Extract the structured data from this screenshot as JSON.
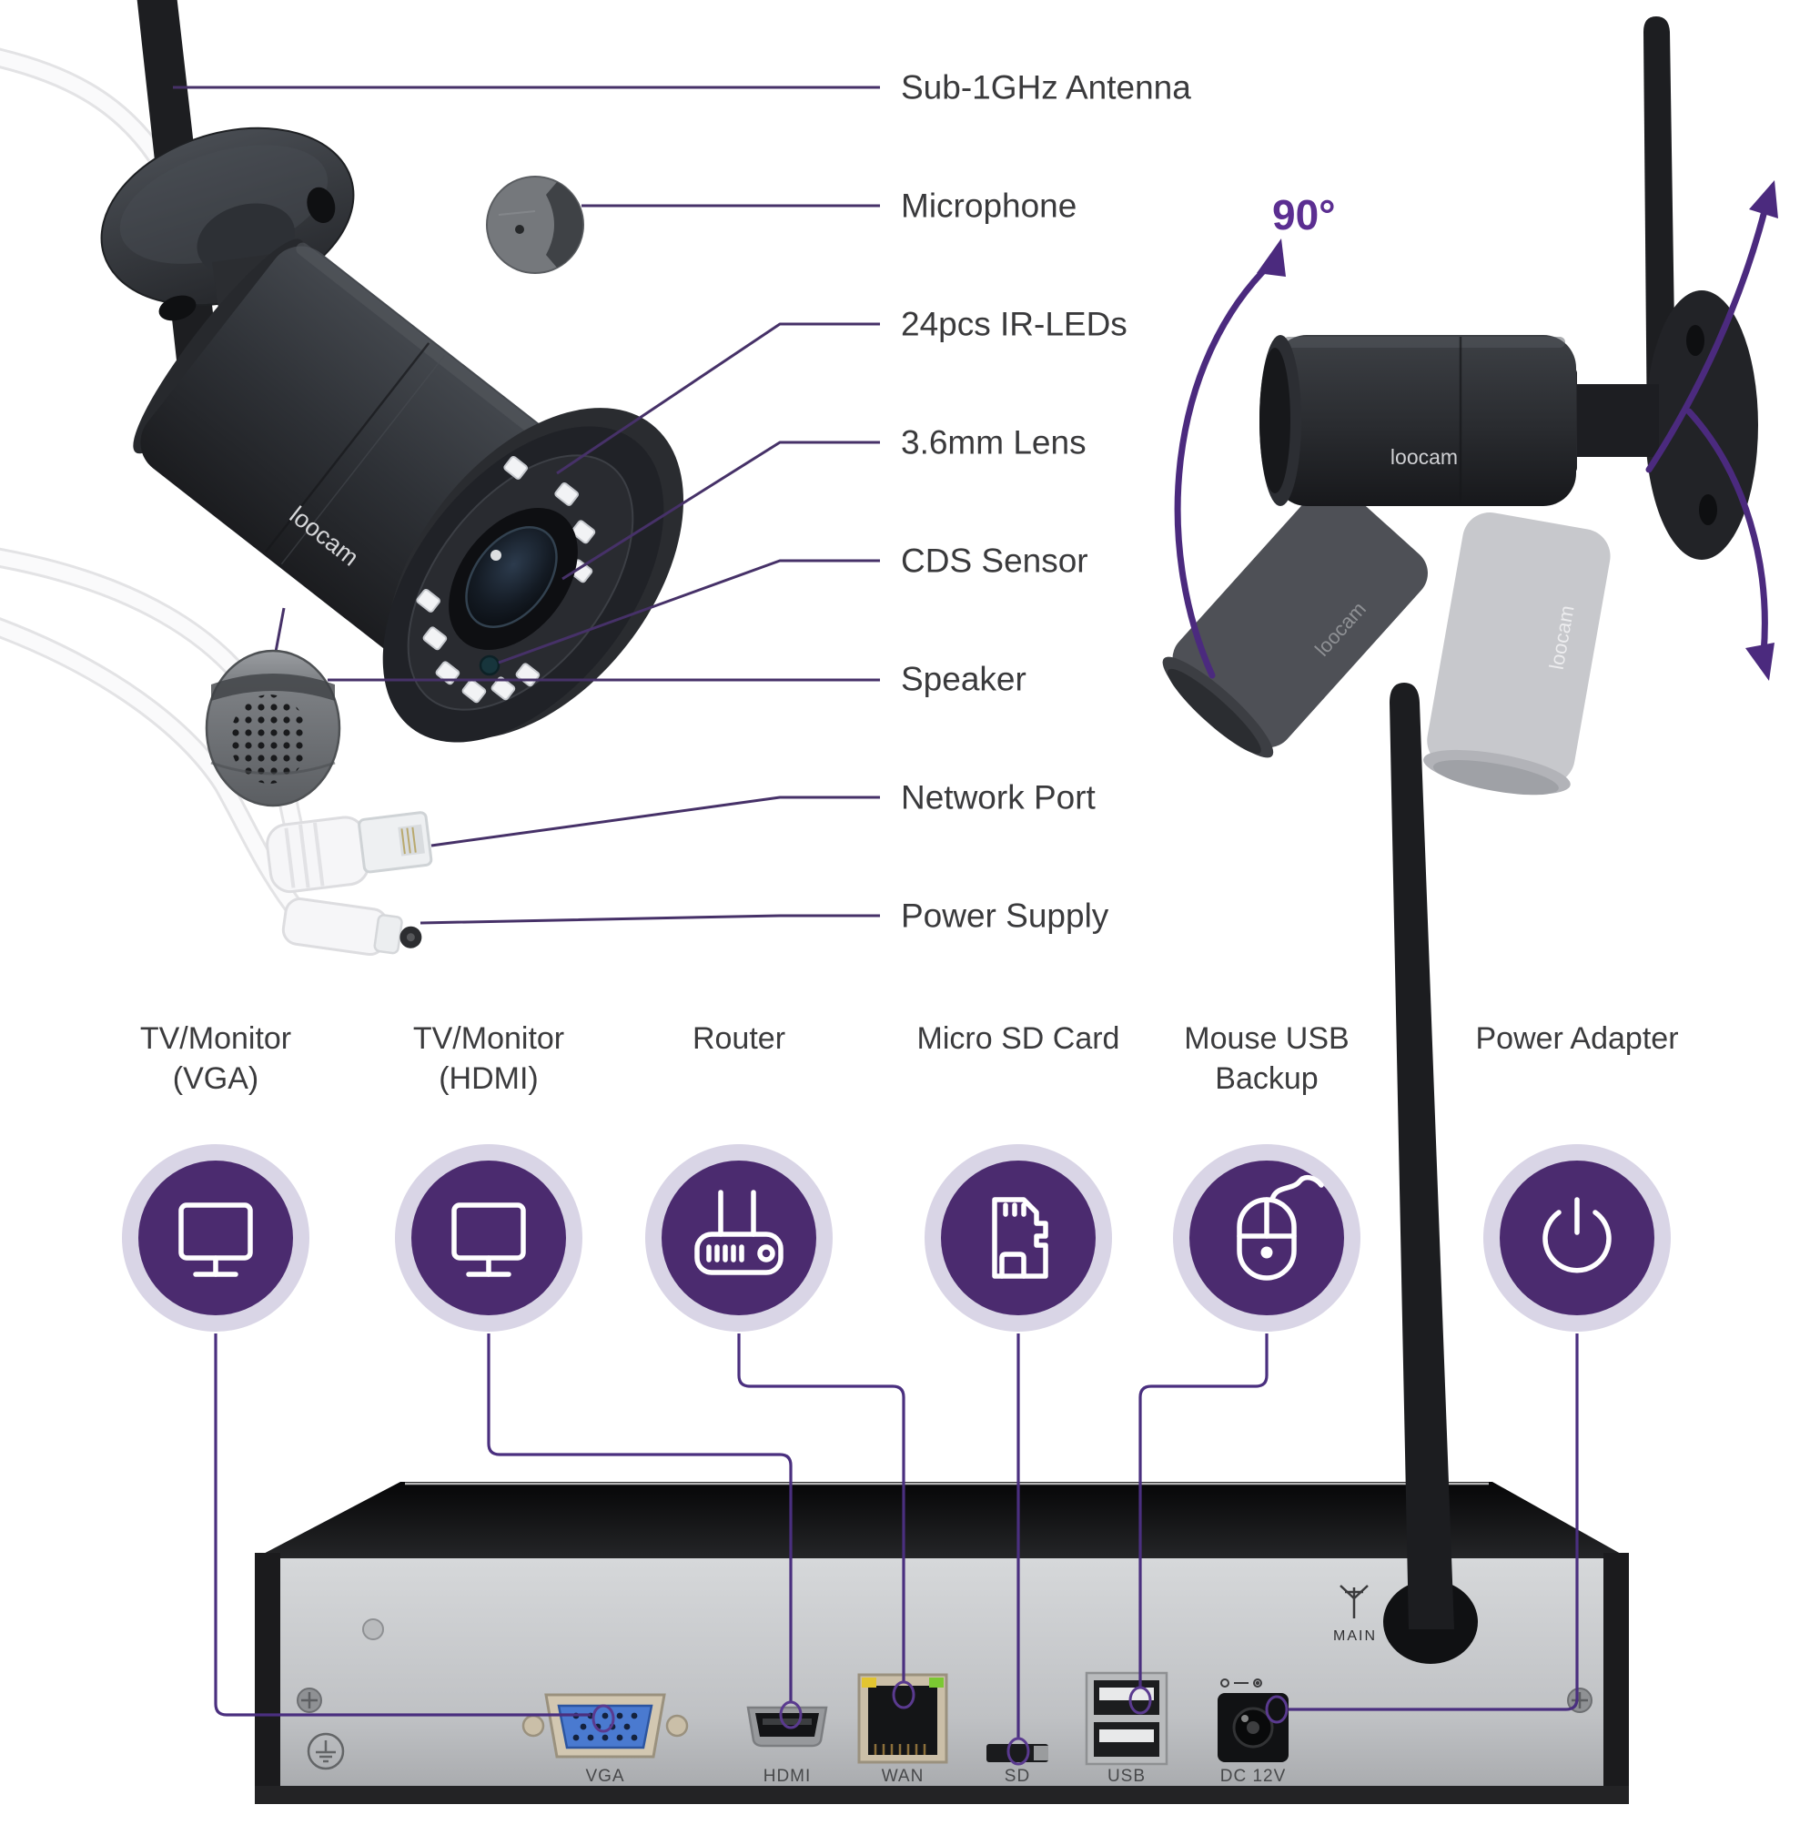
{
  "brand": {
    "logo": "loocam"
  },
  "callouts": [
    {
      "label": "Sub-1GHz Antenna"
    },
    {
      "label": "Microphone"
    },
    {
      "label": "24pcs IR-LEDs"
    },
    {
      "label": "3.6mm Lens"
    },
    {
      "label": "CDS Sensor"
    },
    {
      "label": "Speaker"
    },
    {
      "label": "Network Port"
    },
    {
      "label": "Power Supply"
    }
  ],
  "rotation": {
    "angle_label": "90°"
  },
  "peripherals": [
    {
      "label_line1": "TV/Monitor",
      "label_line2": "(VGA)",
      "icon": "monitor-icon"
    },
    {
      "label_line1": "TV/Monitor",
      "label_line2": "(HDMI)",
      "icon": "monitor-icon"
    },
    {
      "label_line1": "Router",
      "label_line2": "",
      "icon": "router-icon"
    },
    {
      "label_line1": "Micro SD Card",
      "label_line2": "",
      "icon": "sd-card-icon"
    },
    {
      "label_line1": "Mouse USB",
      "label_line2": "Backup",
      "icon": "mouse-icon"
    },
    {
      "label_line1": "Power Adapter",
      "label_line2": "",
      "icon": "power-icon"
    }
  ],
  "nvr": {
    "antenna_label": "MAIN",
    "ports": [
      {
        "label": "VGA"
      },
      {
        "label": "HDMI"
      },
      {
        "label": "WAN"
      },
      {
        "label": "SD"
      },
      {
        "label": "USB"
      },
      {
        "label": "DC 12V"
      }
    ]
  },
  "colors": {
    "accent_purple": "#4b2b6f",
    "halo_lavender": "#d9d5e6",
    "leader_line": "#463168",
    "angle_purple": "#5b2e91",
    "label_gray": "#3a3a3c",
    "vga_blue": "#4a7ad0",
    "camera_dark": "#26282c",
    "nvr_silver": "#c9cbcd"
  }
}
